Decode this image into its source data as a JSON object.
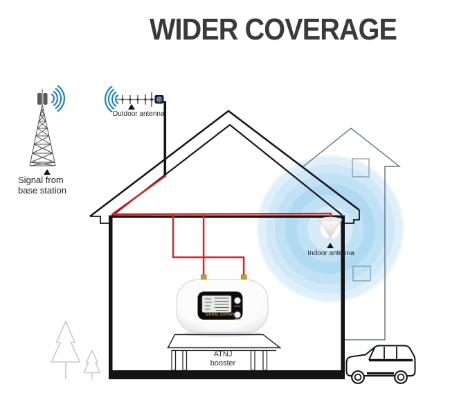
{
  "title": "WIDER COVERAGE",
  "tower": {
    "label_line1": "Signal from",
    "label_line2": "base station"
  },
  "outdoor_antenna": {
    "label": "Outdoor antenna"
  },
  "indoor_antenna": {
    "label": "Indoor antenna"
  },
  "booster": {
    "label_line1": "ATNJ",
    "label_line2": "booster",
    "brand": "SIGNAL EXPERT"
  },
  "colors": {
    "cable": "#e01f1f",
    "wave": "#1b82d2",
    "coverage": "#8ec9ec",
    "title": "#3a3a3c",
    "outline": "#161616",
    "tree": "#c9c9c9",
    "gold": "#c49a3c",
    "bghouse": "#5f707b"
  }
}
